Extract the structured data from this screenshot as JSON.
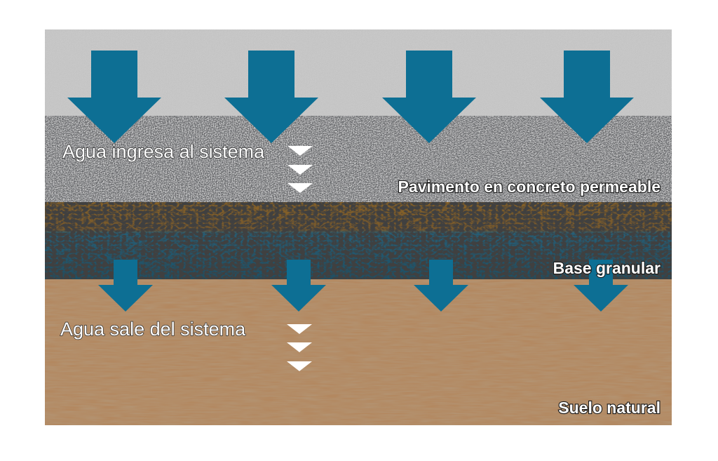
{
  "diagram": {
    "labels": {
      "water_in": "Agua ingresa al sistema",
      "water_out": "Agua sale del sistema",
      "layer_pavement": "Pavimento en concreto permeable",
      "layer_base": "Base granular",
      "layer_soil": "Suelo natural"
    },
    "colors": {
      "arrow": "#0d6f94",
      "water_level_marker": "#ffffff",
      "surface_top": "#b9b9b9",
      "pavement": "#57585a",
      "base_gravel_top": "#8a6326",
      "base_gravel_bottom": "#1e5a74",
      "natural_soil": "#b58a5f"
    },
    "icons": {
      "inflow_arrows": "down-arrow-icon",
      "outflow_arrows": "down-arrow-icon",
      "water_level_markers": "down-triangle-icon"
    }
  }
}
